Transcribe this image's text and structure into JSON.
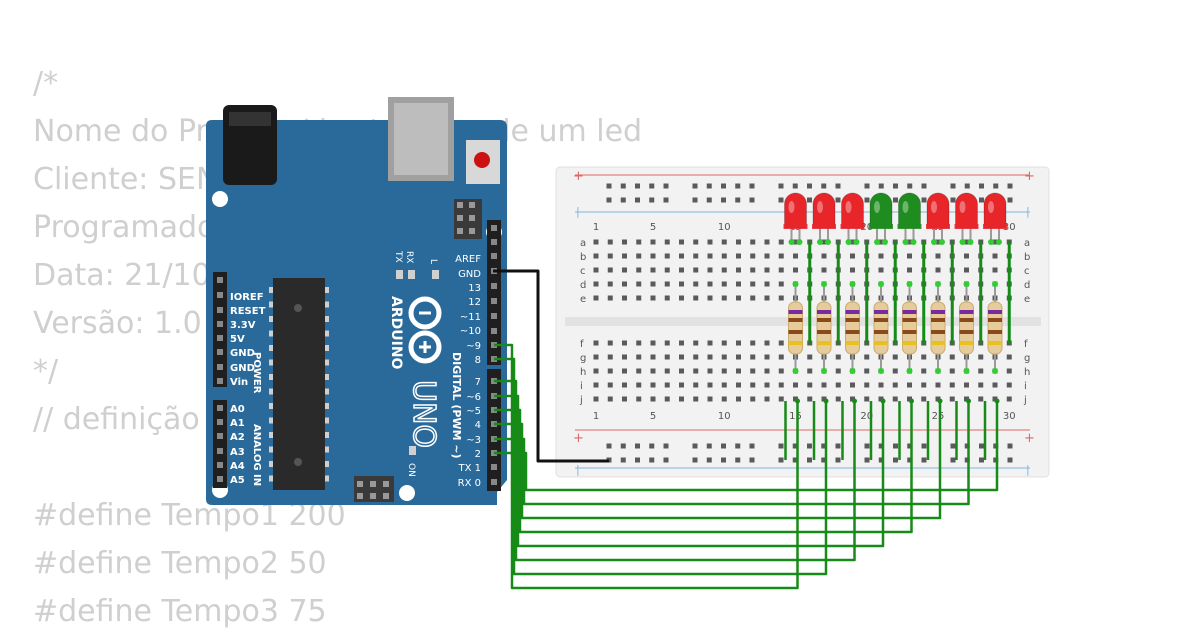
{
  "code_lines": [
    "/*",
    "Nome do Projeto: Liga/desliga de um led",
    "Cliente: SENAI",
    "Programador: Desenvolvedor",
    "Data: 21/10",
    "Versão: 1.0",
    "*/",
    "// definição",
    "",
    "#define Tempo1 200",
    "#define Tempo2 50",
    "#define Tempo3 75"
  ],
  "arduino": {
    "brand": "ARDUINO",
    "model": "UNO",
    "header_labels_top": [
      "AREF",
      "GND",
      "13",
      "12",
      "~11",
      "~10",
      "~9",
      "8"
    ],
    "header_labels_bottom": [
      "7",
      "~6",
      "~5",
      "4",
      "~3",
      "2",
      "TX 1",
      "RX 0"
    ],
    "digital_label": "DIGITAL (PWM ~)",
    "power_pins": [
      "IOREF",
      "RESET",
      "3.3V",
      "5V",
      "GND",
      "GND",
      "Vin"
    ],
    "power_label": "POWER",
    "analog_pins": [
      "A0",
      "A1",
      "A2",
      "A3",
      "A4",
      "A5"
    ],
    "analog_label": "ANALOG IN",
    "tx_label": "TX",
    "rx_label": "RX",
    "l_label": "L",
    "on_label": "ON"
  },
  "breadboard": {
    "row_letters_top": [
      "a",
      "b",
      "c",
      "d",
      "e"
    ],
    "row_letters_bottom": [
      "f",
      "g",
      "h",
      "i",
      "j"
    ],
    "column_numbers": [
      "1",
      "5",
      "10",
      "15",
      "20",
      "25",
      "30"
    ],
    "plus_sign": "+",
    "minus_sign": "|"
  },
  "leds": [
    {
      "color": "#e8262a"
    },
    {
      "color": "#e8262a"
    },
    {
      "color": "#e8262a"
    },
    {
      "color": "#1f8c1f"
    },
    {
      "color": "#1f8c1f"
    },
    {
      "color": "#e8262a"
    },
    {
      "color": "#e8262a"
    },
    {
      "color": "#e8262a"
    }
  ],
  "colors": {
    "board": "#2a6a9b",
    "wire": "#178a17",
    "gnd_wire": "#111111",
    "breadboard": "#f2f2f2",
    "code_text": "#cfcfcf"
  }
}
